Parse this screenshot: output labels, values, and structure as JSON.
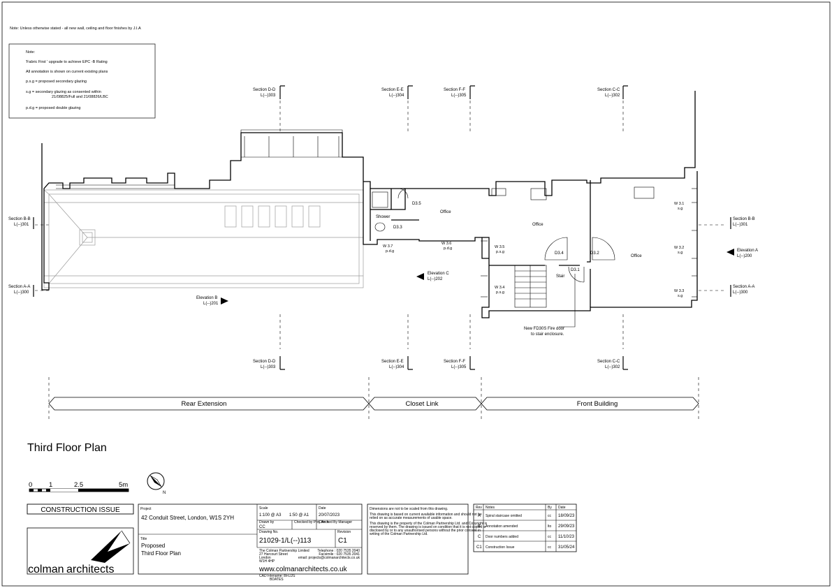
{
  "top_note": "Note: Unless otherwise stated - all new wall, ceiling and floor finishes by J.I.A",
  "note_box": {
    "title": "Note:",
    "line1": "'Fabric First ' upgrade to achieve EPC -B  Rating",
    "line2": "All annotation is shown on current existing plans",
    "line3": "p.s.g  = proposed secondary glazing",
    "line4a": "s.g       = secondary glazing as consented within",
    "line4b": "21/08825/Full and 21/08826/LBC",
    "line5": "p.d.g  = proposed double glazing"
  },
  "section_markers": {
    "dd": {
      "name": "Section D-D",
      "ref": "L(--)303"
    },
    "ee": {
      "name": "Section E-E",
      "ref": "L(--)304"
    },
    "ff": {
      "name": "Section F-F",
      "ref": "L(--)305"
    },
    "cc": {
      "name": "Section C-C",
      "ref": "L(--)302"
    },
    "bb": {
      "name": "Section B-B",
      "ref": "L(--)301"
    },
    "aa": {
      "name": "Section A-A",
      "ref": "L(--)300"
    }
  },
  "elevations": {
    "a": {
      "name": "Elevation A",
      "ref": "L(--)200"
    },
    "b": {
      "name": "Elevation B",
      "ref": "L(--)201"
    },
    "c": {
      "name": "Elevation C",
      "ref": "L(--)202"
    }
  },
  "rooms": {
    "d35": "D3.5",
    "office1": "Office",
    "shower": "Shower",
    "d33": "D3.3",
    "office2": "Office",
    "office3": "Office",
    "d34": "D3.4",
    "d32": "D3.2",
    "d31": "D3.1",
    "stair": "Stair"
  },
  "windows": {
    "w37_id": "W 3.7",
    "w37_type": "p.d.g",
    "w36_id": "W 3.6",
    "w36_type": "p.d.g",
    "w35_id": "W 3.5",
    "w35_type": "p.s.g",
    "w34_id": "W 3.4",
    "w34_type": "p.s.g",
    "w31_id": "W 3.1",
    "w31_type": "s.g",
    "w32_id": "W 3.2",
    "w32_type": "s.g",
    "w33_id": "W 3.3",
    "w33_type": "s.g"
  },
  "fire_door_note": {
    "line1": "New FD30S Fire door",
    "line2": "to stair enclosure."
  },
  "zones": {
    "rear": "Rear Extension",
    "closet": "Closet Link",
    "front": "Front Building"
  },
  "drawing_title": "Third Floor Plan",
  "scale_bar": {
    "l0": "0",
    "l1": "1",
    "l25": "2.5",
    "l5": "5m"
  },
  "north_label": "N",
  "construction_issue": "CONSTRUCTION ISSUE",
  "logo_text": {
    "a": "colman",
    "b": "architects"
  },
  "title_block": {
    "project_label": "Project",
    "project_value": "42 Conduit Street, London, W1S 2YH",
    "title_label": "Title",
    "title_line1": "Proposed",
    "title_line2": "Third Floor Plan",
    "scale_label": "Scale",
    "scale_a3": "1:100 @ A3",
    "scale_a1": "1:50 @ A1",
    "date_label": "Date",
    "date_value": "20/07/2023",
    "drawn_label": "Drawn by",
    "drawn_value": "CC",
    "checked_label": "Checked by Proj. Arch.",
    "manager_label": "Checked By Manager",
    "drawing_label": "Drawing No.",
    "drawing_value": "21029-1/L(--)113",
    "revision_label": "Revision",
    "revision_value": "C1",
    "address1": "The Colman Partnership Limited",
    "address2": "27 Harcourt Street",
    "address3": "London",
    "address4": "W1H 4HP",
    "tel": "Telephone : 020 7535 2040",
    "fax": "Facsimile : 020 7535 2041",
    "email": "email: projects@colmanarchitects.co.uk",
    "website": "www.colmanarchitects.co.uk",
    "cad1": "CAD Filename: BFLDS",
    "cad2": "BDATES"
  },
  "disclaimer": {
    "l1": "Dimensions are not to be scaled from this drawing.",
    "l2": "This drawing is based on current available information and should not be",
    "l3": "relied on as accurate measurements of usable space.",
    "l4": "This drawing is the property of the Colman Partnership Ltd. and Copyright is",
    "l5": "reserved by them. The drawing is issued on condition that it is not copied or",
    "l6": "disclosed by or to any unauthorised persons without the prior consent in",
    "l7": "writing of the Colman Partnership Ltd."
  },
  "revisions": {
    "headers": [
      "Rev",
      "Notes",
      "By",
      "Date"
    ],
    "rows": [
      [
        "A",
        "Spiral staircase omitted",
        "cc",
        "18/09/23"
      ],
      [
        "B",
        "Annotation amended",
        "lto",
        "29/09/23"
      ],
      [
        "C",
        "Door numbers added",
        "cc",
        "11/10/23"
      ],
      [
        "C1",
        "Construction Issue",
        "cc",
        "31/05/24"
      ]
    ]
  }
}
